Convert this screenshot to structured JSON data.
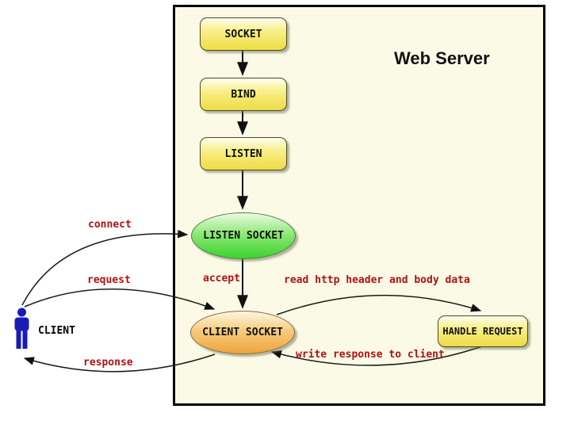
{
  "title": "Web Server",
  "nodes": {
    "socket": {
      "label": "SOCKET"
    },
    "bind": {
      "label": "BIND"
    },
    "listen": {
      "label": "LISTEN"
    },
    "listen_socket": {
      "label": "LISTEN SOCKET"
    },
    "client_socket": {
      "label": "CLIENT SOCKET"
    },
    "handle_request": {
      "label": "HANDLE REQUEST"
    },
    "client": {
      "label": "CLIENT"
    }
  },
  "edge_labels": {
    "connect": "connect",
    "request": "request",
    "response": "response",
    "accept": "accept",
    "read_http": "read http header and body data",
    "write_response": "write response to client"
  },
  "edges": [
    {
      "from": "SOCKET",
      "to": "BIND",
      "label": ""
    },
    {
      "from": "BIND",
      "to": "LISTEN",
      "label": ""
    },
    {
      "from": "LISTEN",
      "to": "LISTEN SOCKET",
      "label": ""
    },
    {
      "from": "LISTEN SOCKET",
      "to": "CLIENT SOCKET",
      "label": "accept"
    },
    {
      "from": "CLIENT",
      "to": "LISTEN SOCKET",
      "label": "connect"
    },
    {
      "from": "CLIENT",
      "to": "CLIENT SOCKET",
      "label": "request"
    },
    {
      "from": "CLIENT SOCKET",
      "to": "CLIENT",
      "label": "response"
    },
    {
      "from": "CLIENT SOCKET",
      "to": "HANDLE REQUEST",
      "label": "read http header and body data"
    },
    {
      "from": "HANDLE REQUEST",
      "to": "CLIENT SOCKET",
      "label": "write response to client"
    }
  ],
  "colors": {
    "edge_label_red": "#b01212",
    "node_yellow": "#eedc44",
    "listen_socket_green": "#3ad32e",
    "client_socket_orange": "#eea43c",
    "client_figure_blue": "#1a1ab4",
    "server_background": "#fafae6",
    "server_border": "#000000"
  }
}
